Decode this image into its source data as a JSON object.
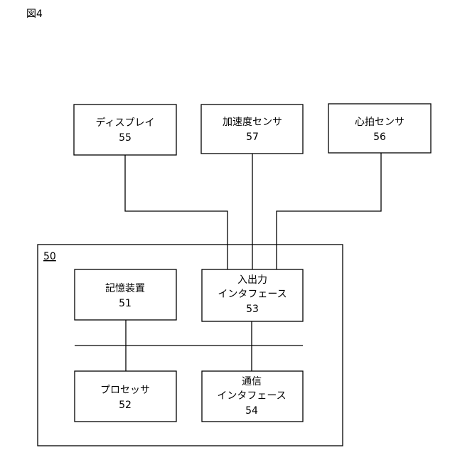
{
  "figure_label": "図4",
  "system": {
    "id": "50"
  },
  "display": {
    "name": "ディスプレイ",
    "id": "55"
  },
  "accelerometer": {
    "name": "加速度センサ",
    "id": "57"
  },
  "heart_rate_sensor": {
    "name": "心拍センサ",
    "id": "56"
  },
  "storage": {
    "name": "記憶装置",
    "id": "51"
  },
  "io_interface": {
    "line1": "入出力",
    "line2": "インタフェース",
    "id": "53"
  },
  "processor": {
    "name": "プロセッサ",
    "id": "52"
  },
  "comm_interface": {
    "line1": "通信",
    "line2": "インタフェース",
    "id": "54"
  }
}
